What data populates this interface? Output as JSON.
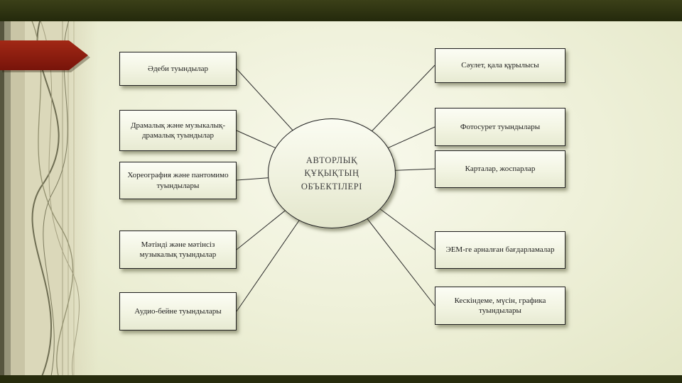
{
  "slide": {
    "type": "presentation-slide-diagram",
    "center_node": {
      "label": "АВТОРЛЫҚ ҚҰҚЫҚТЫҢ ОБЪЕКТІЛЕРІ"
    },
    "left_nodes": [
      {
        "label": "Әдеби туындылар"
      },
      {
        "label": "Драмалық және музыкалық-драмалық туындылар"
      },
      {
        "label": "Хореография және пантомимо туындылары"
      },
      {
        "label": "Мәтінді және мәтінсіз музыкалық туындылар"
      },
      {
        "label": "Аудио-бейне туындылары"
      }
    ],
    "right_nodes": [
      {
        "label": "Сәулет, қала құрылысы"
      },
      {
        "label": "Фотосурет туындылары"
      },
      {
        "label": "Карталар, жоспарлар"
      },
      {
        "label": "ЭЕМ-ге арналған бағдарламалар"
      },
      {
        "label": "Кескіндеме, мүсін, графика туындылары"
      }
    ],
    "colors": {
      "background_center": "#f8f9ec",
      "background_edge": "#e2e5c4",
      "band_dark": "#2e3310",
      "stripe_tan": "#cdc9a8",
      "accent_red": "#8c1a0f",
      "node_border": "#1f1f1f",
      "connector": "#2a2a2a",
      "center_text": "#3d3d3d"
    }
  }
}
